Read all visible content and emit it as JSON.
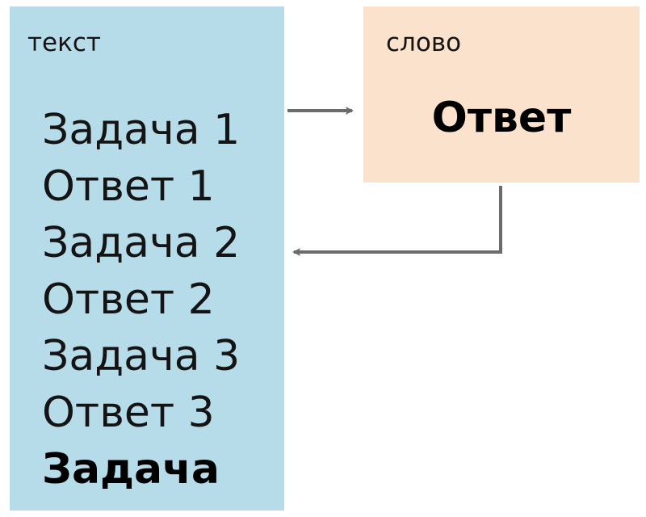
{
  "text_box": {
    "label": "текст",
    "lines": [
      {
        "text": "Задача 1",
        "bold": false
      },
      {
        "text": "Ответ 1",
        "bold": false
      },
      {
        "text": "Задача 2",
        "bold": false
      },
      {
        "text": "Ответ 2",
        "bold": false
      },
      {
        "text": "Задача 3",
        "bold": false
      },
      {
        "text": "Ответ 3",
        "bold": false
      },
      {
        "text": "Задача",
        "bold": true
      }
    ],
    "color": "#b7dce9"
  },
  "word_box": {
    "label": "слово",
    "answer": "Ответ",
    "color": "#fbe2cd"
  },
  "arrow_color": "#6b6b6b"
}
